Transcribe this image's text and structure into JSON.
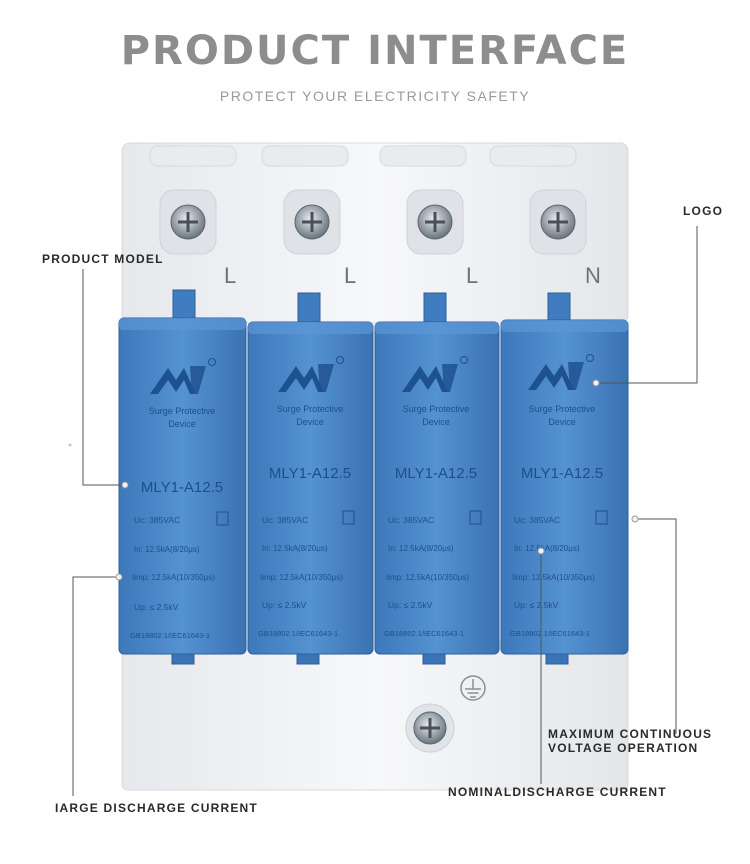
{
  "header": {
    "title": "PRODUCT INTERFACE",
    "subtitle": "PROTECT YOUR ELECTRICITY SAFETY"
  },
  "callouts": {
    "logo": "LOGO",
    "product_model": "PRODUCT MODEL",
    "max_continuous_voltage_line1": "MAXIMUM CONTINUOUS",
    "max_continuous_voltage_line2": "VOLTAGE OPERATION",
    "nominal_discharge_current": "NOMINALDISCHARGE CURRENT",
    "large_discharge_current": "IARGE DISCHARGE CURRENT"
  },
  "terminals": [
    "L",
    "L",
    "L",
    "N"
  ],
  "module": {
    "name_line1": "Surge Protective",
    "name_line2": "Device",
    "model": "MLY1-A12.5",
    "spec_uc": "Uc:  385VAC",
    "spec_in": "In:  12.5kA(8/20μs)",
    "spec_imp": "Iimp: 12.5kA(10/350μs)",
    "spec_up": "Up:  ≤ 2.5kV",
    "standard": "GB18802.1/IEC61643-1"
  },
  "colors": {
    "module_blue": "#4a86c8",
    "housing_white": "#f2f3f5",
    "callout_line": "#555555"
  }
}
